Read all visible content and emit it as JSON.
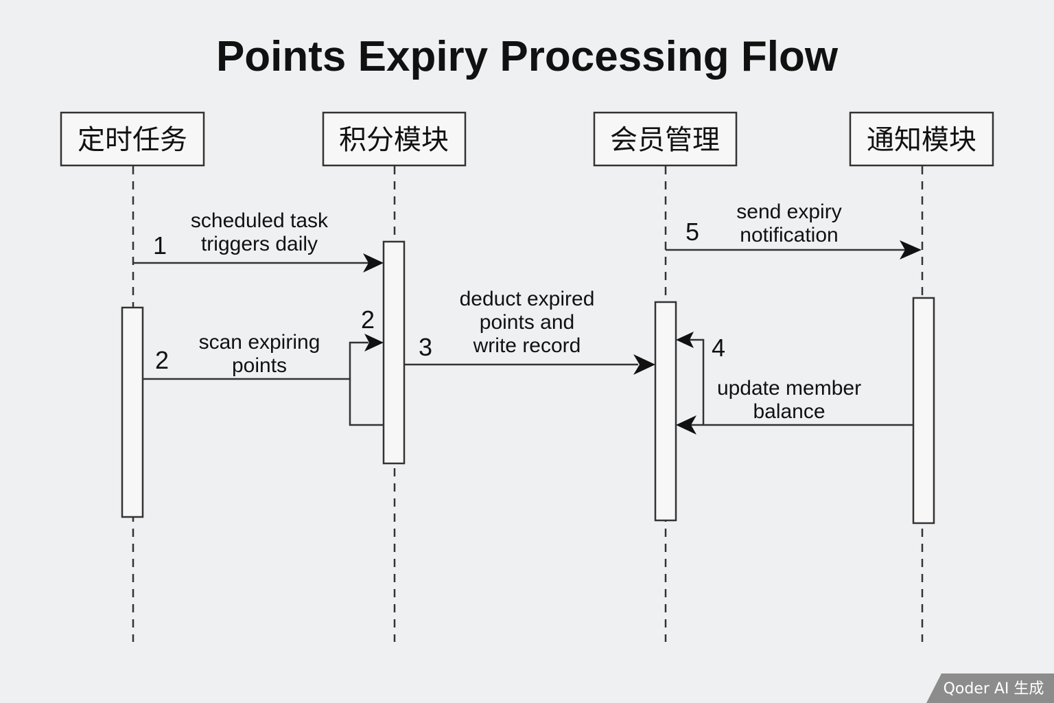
{
  "title": "Points Expiry Processing Flow",
  "participants": [
    {
      "id": "scheduler",
      "label": "定时任务"
    },
    {
      "id": "points",
      "label": "积分模块"
    },
    {
      "id": "member",
      "label": "会员管理"
    },
    {
      "id": "notify",
      "label": "通知模块"
    }
  ],
  "messages": [
    {
      "step": "1",
      "from": "scheduler",
      "to": "points",
      "lines": [
        "scheduled task",
        "triggers daily"
      ]
    },
    {
      "step": "2",
      "from": "scheduler",
      "to": "points",
      "lines": [
        "scan expiring",
        "points"
      ]
    },
    {
      "step": "2",
      "from": "points",
      "to": "points",
      "lines": []
    },
    {
      "step": "3",
      "from": "points",
      "to": "member",
      "lines": [
        "deduct expired",
        "points and",
        "write record"
      ]
    },
    {
      "step": "4",
      "from": "notify",
      "to": "member",
      "lines": [
        "update member",
        "balance"
      ]
    },
    {
      "step": "5",
      "from": "member",
      "to": "notify",
      "lines": [
        "send expiry",
        "notification"
      ]
    }
  ],
  "watermark": "Qoder AI 生成"
}
